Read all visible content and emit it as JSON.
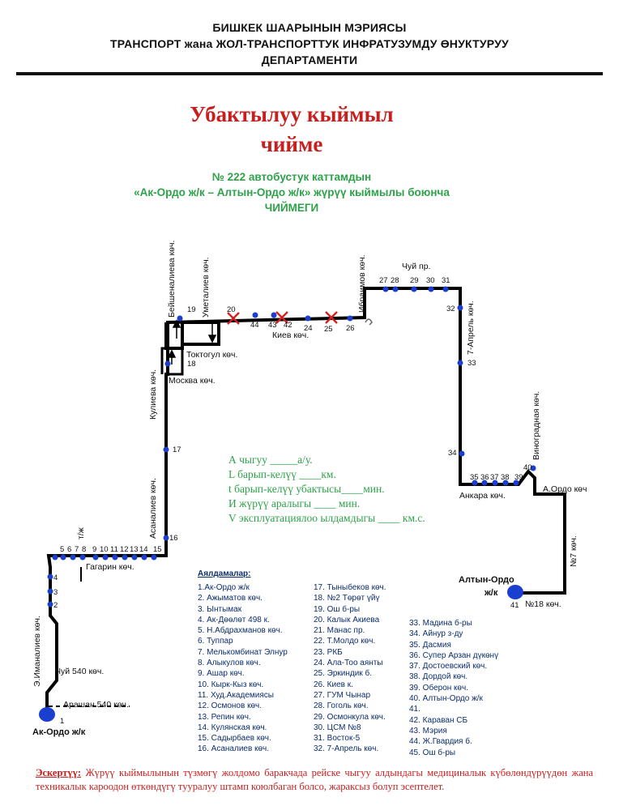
{
  "header": {
    "line1": "БИШКЕК ШААРЫНЫН МЭРИЯСЫ",
    "line2": "ТРАНСПОРТ жана ЖОЛ-ТРАНСПОРТТУК ИНФРАТУЗУМДУ ӨНУКТУРУУ",
    "line3": "ДЕПАРТАМЕНТИ"
  },
  "title": {
    "line1": "Убактылуу кыймыл",
    "line2": "чийме"
  },
  "subtitle": {
    "line1": "№ 222  автобустук каттамдын",
    "line2": "«Ак-Ордо  ж/к –  Алтын-Ордо ж/к» жүрүү кыймылы боюнча",
    "line3": "ЧИЙМЕГИ"
  },
  "streets": {
    "beishenalieva": "Бейшеналиева көч.",
    "umetalieva": "Уметалиев көч.",
    "ibraimova": "Ибраимов көч.",
    "chuy": "Чуй пр.",
    "kiev": "Киев көч.",
    "aprel": "7-Апрель көч.",
    "toktogul": "Токтогул көч.",
    "moskva": "Москва көч.",
    "kulieva": "Кулиева көч.",
    "asanalieva": "Асаналиев көч.",
    "vinogradnaya": "Виноградная көч.",
    "ankara": "Анкара көч.",
    "aordo": "А.Ордо көч",
    "n7": "№7 көч.",
    "n18": "№18 көч.",
    "td": "т/ж",
    "gagarin": "Гагарин көч.",
    "imanaliev": "Э.Иманалиев көч.",
    "chuy540": "Чуй 540 көч.",
    "arashan": "Арашан 540 көч."
  },
  "terminals": {
    "ak_ordo": "Ак-Ордо  ж/к",
    "altyn_ordo_1": "Алтын-Ордо",
    "altyn_ordo_2": "ж/к"
  },
  "map_numbers": [
    "1",
    "2",
    "3",
    "4",
    "5",
    "6",
    "7",
    "8",
    "9",
    "10",
    "11",
    "12",
    "13",
    "14",
    "15",
    "16",
    "17",
    "18",
    "19",
    "20",
    "44",
    "43",
    "42",
    "24",
    "25",
    "26",
    "27",
    "28",
    "29",
    "30",
    "31",
    "32",
    "33",
    "34",
    "35",
    "36",
    "37",
    "38",
    "39",
    "40",
    "41"
  ],
  "formula": {
    "l1": "А чыгуу  _____а/у.",
    "l2": "L барып-келүү ____км.",
    "l3": "t барып-келүү убактысы____мин.",
    "l4": "И жүрүү аралыгы ____    мин.",
    "l5": "V эксплуатациялоо ылдамдыгы ____ км.с."
  },
  "legend": {
    "title": "Аялдамалар:",
    "col1": [
      "1.Ак-Ордо ж/к",
      "2. Ажыматов көч.",
      "3. Ынтымак",
      "4. Ак-Дөөлөт 498 к.",
      "5. Н.Абдрахманов көч.",
      "6. Туппар",
      "7. Мелькомбинат Элнур",
      "8. Алыкулов көч.",
      "9. Ашар көч.",
      "10. Кырк-Кыз көч.",
      "11. Худ.Академиясы",
      "12. Осмонов көч.",
      "13. Репин көч.",
      "14. Кулянская көч.",
      "15. Садырбаев көч.",
      "16. Асаналиев көч."
    ],
    "col2": [
      "17. Тыныбеков көч.",
      "18. №2 Төрөт үйү",
      "19. Ош б-ры",
      "20. Калык Акиева",
      "21. Манас пр.",
      "22. Т.Молдо көч.",
      "23. РКБ",
      "24. Ала-Тоо аянты",
      "25. Эркиндик б.",
      "26. Киев к.",
      "27. ГУМ Чынар",
      "28. Гоголь көч.",
      "29. Осмонкула көч.",
      "30. ЦСМ №8",
      "31. Восток-5",
      "32. 7-Апрель көч."
    ],
    "col3": [
      "33. Мадина б-ры",
      "34. Айнур з-ду",
      "35. Дасмия",
      "36. Супер Арзан дүкөнү",
      "37. Достоевский көч.",
      "38. Дордой көч.",
      "39. Оберон көч.",
      "40. Алтын-Ордо ж/к",
      "41.",
      "42. Караван СБ",
      "43. Мэрия",
      "44. Ж.Гвардия б.",
      "45. Ош б-ры"
    ]
  },
  "note": {
    "label": "Эскертүү:",
    "text": "Жүрүү кыймылынын түзмөгү жолдомо баракчада рейске чыгуу алдындагы медициналык күбөлөндүрүүдөн жана техникалык кароодон өткөндүгү тууралуу штамп коюлбаган болсо, жараксыз болуп эсептелет."
  },
  "colors": {
    "title_red": "#c81e1e",
    "subtitle_green": "#2ea24a",
    "stop_blue": "#1a3fd0",
    "legend_navy": "#0b2d6e"
  }
}
